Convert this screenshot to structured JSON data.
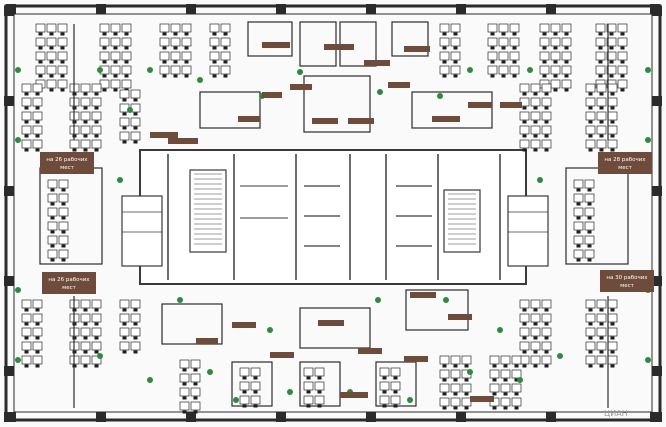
{
  "plan": {
    "colors": {
      "wall": "#2b2b2b",
      "core_wall": "#3a3a3a",
      "room_label_bg": "#6e4b3a",
      "zone_label_bg": "#6e4b3a",
      "plant": "#2e8b3e",
      "desk": "#ffffff",
      "chair": "#1e1e1e"
    },
    "zones": [
      {
        "text_1": "на 26 рабочих",
        "text_2": "мест"
      },
      {
        "text_1": "на 28 рабочих",
        "text_2": "мест"
      },
      {
        "text_1": "на 26 рабочих",
        "text_2": "мест"
      },
      {
        "text_1": "на 30 рабочих",
        "text_2": "мест"
      }
    ],
    "watermark": "ЦИАН"
  }
}
